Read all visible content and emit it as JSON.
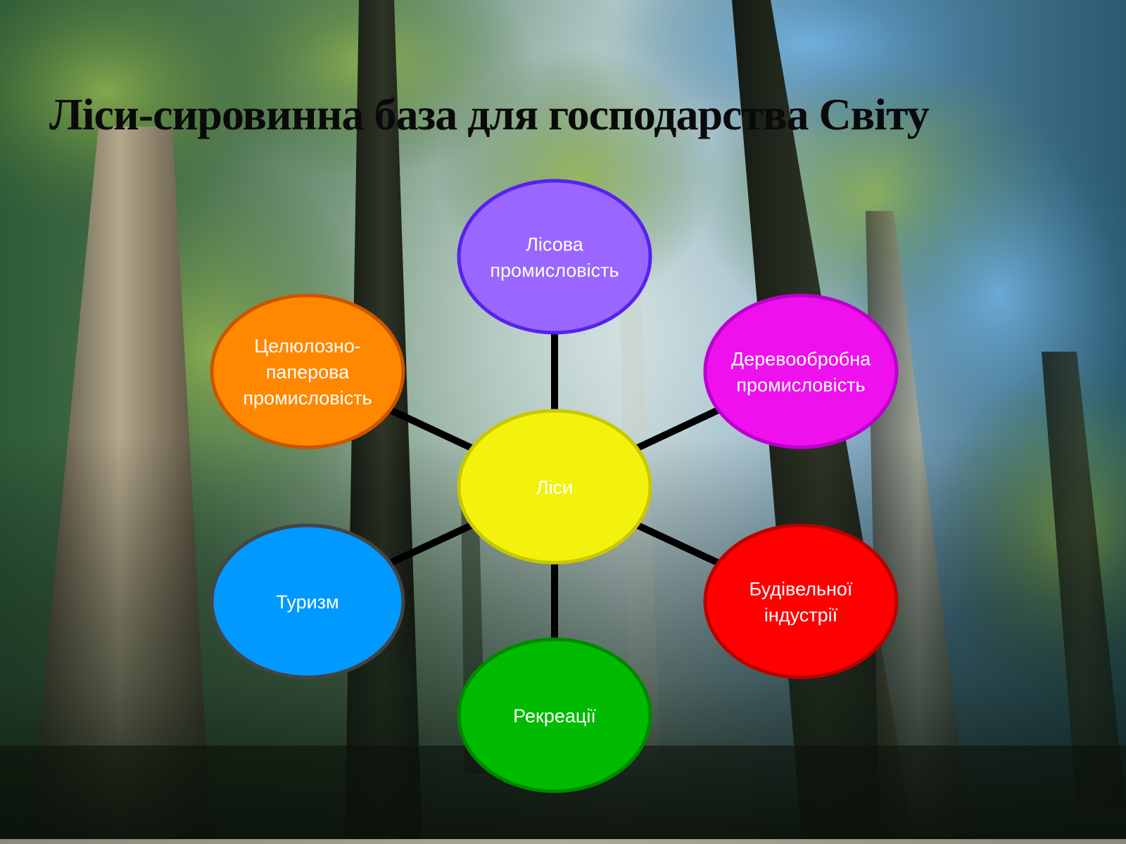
{
  "slide": {
    "title": "Ліси-сировинна база для господарства Світу"
  },
  "diagram": {
    "center": {
      "label": "Ліси",
      "fill": "#f2f20d",
      "stroke": "#c8c800"
    },
    "nodes": [
      {
        "id": "top",
        "lines": [
          "Лісова",
          "промисловість"
        ],
        "fill": "#9966ff",
        "stroke": "#5522ee"
      },
      {
        "id": "top-right",
        "lines": [
          "Деревообробна",
          "промисловість"
        ],
        "fill": "#ee11ee",
        "stroke": "#bb00cc"
      },
      {
        "id": "bottom-right",
        "lines": [
          "Будівельної",
          "індустрії"
        ],
        "fill": "#ff0000",
        "stroke": "#bb0000"
      },
      {
        "id": "bottom",
        "lines": [
          "Рекреації"
        ],
        "fill": "#00bb00",
        "stroke": "#008800"
      },
      {
        "id": "bottom-left",
        "lines": [
          "Туризм"
        ],
        "fill": "#0099ff",
        "stroke": "#444444"
      },
      {
        "id": "top-left",
        "lines": [
          "Целюлозно-",
          "паперова",
          "промисловість"
        ],
        "fill": "#ff8800",
        "stroke": "#cc5500"
      }
    ],
    "connector_color": "#000000"
  }
}
